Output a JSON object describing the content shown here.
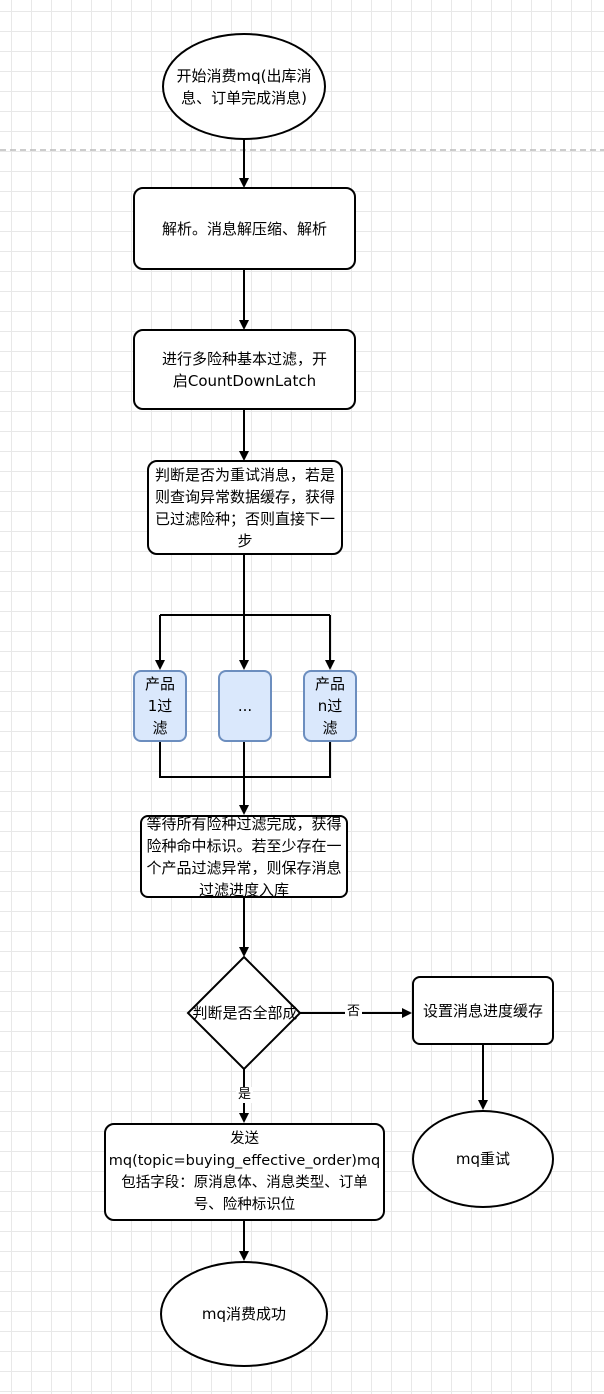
{
  "diagram": {
    "nodes": {
      "start": "开始消费mq(出库消息、订单完成消息)",
      "parse": "解析。消息解压缩、解析",
      "filter_basic": "进行多险种基本过滤，开启CountDownLatch",
      "retry_check": "判断是否为重试消息，若是则查询异常数据缓存，获得已过滤险种；否则直接下一步",
      "product1": "产品1过滤",
      "ellipsis": "...",
      "productn": "产品n过滤",
      "wait_all": "等待所有险种过滤完成，获得险种命中标识。若至少存在一个产品过滤异常，则保存消息过滤进度入库",
      "decision": "判断是否全部成",
      "set_cache": "设置消息进度缓存",
      "mq_retry": "mq重试",
      "send_mq": "发送mq(topic=buying_effective_order)mq包括字段：原消息体、消息类型、订单号、险种标识位",
      "end": "mq消费成功"
    },
    "edge_labels": {
      "no": "否",
      "yes": "是"
    },
    "colors": {
      "stroke": "#000000",
      "product_fill": "#dae8fc",
      "product_stroke": "#6c8ebf",
      "grid": "#e8e8e8"
    }
  }
}
